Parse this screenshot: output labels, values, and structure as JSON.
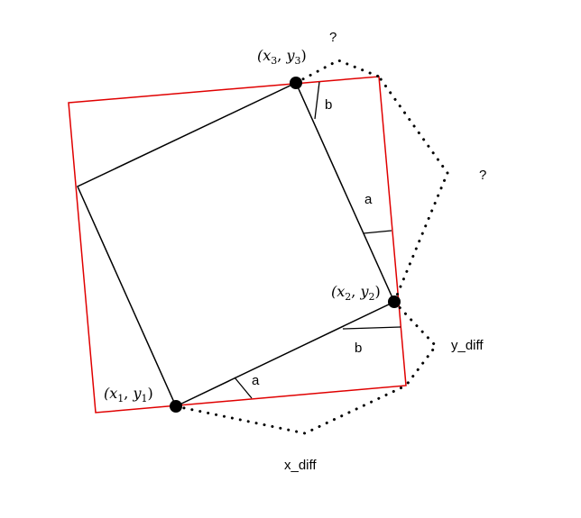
{
  "points": {
    "p1": {
      "x_name": "x",
      "x_sub": "1",
      "y_name": "y",
      "y_sub": "1"
    },
    "p2": {
      "x_name": "x",
      "x_sub": "2",
      "y_name": "y",
      "y_sub": "2"
    },
    "p3": {
      "x_name": "x",
      "x_sub": "3",
      "y_name": "y",
      "y_sub": "3"
    }
  },
  "labels": {
    "a_bottom": "a",
    "a_right": "a",
    "b_bottom": "b",
    "b_top": "b",
    "x_diff": "x_diff",
    "y_diff": "y_diff",
    "question_blue": "?",
    "question_green": "?"
  },
  "colors": {
    "outer_square": "#e00000",
    "inner_square": "#000000",
    "dotted_lines": "#000000",
    "question_blue": "#0000ff",
    "question_green": "#00cc00"
  }
}
